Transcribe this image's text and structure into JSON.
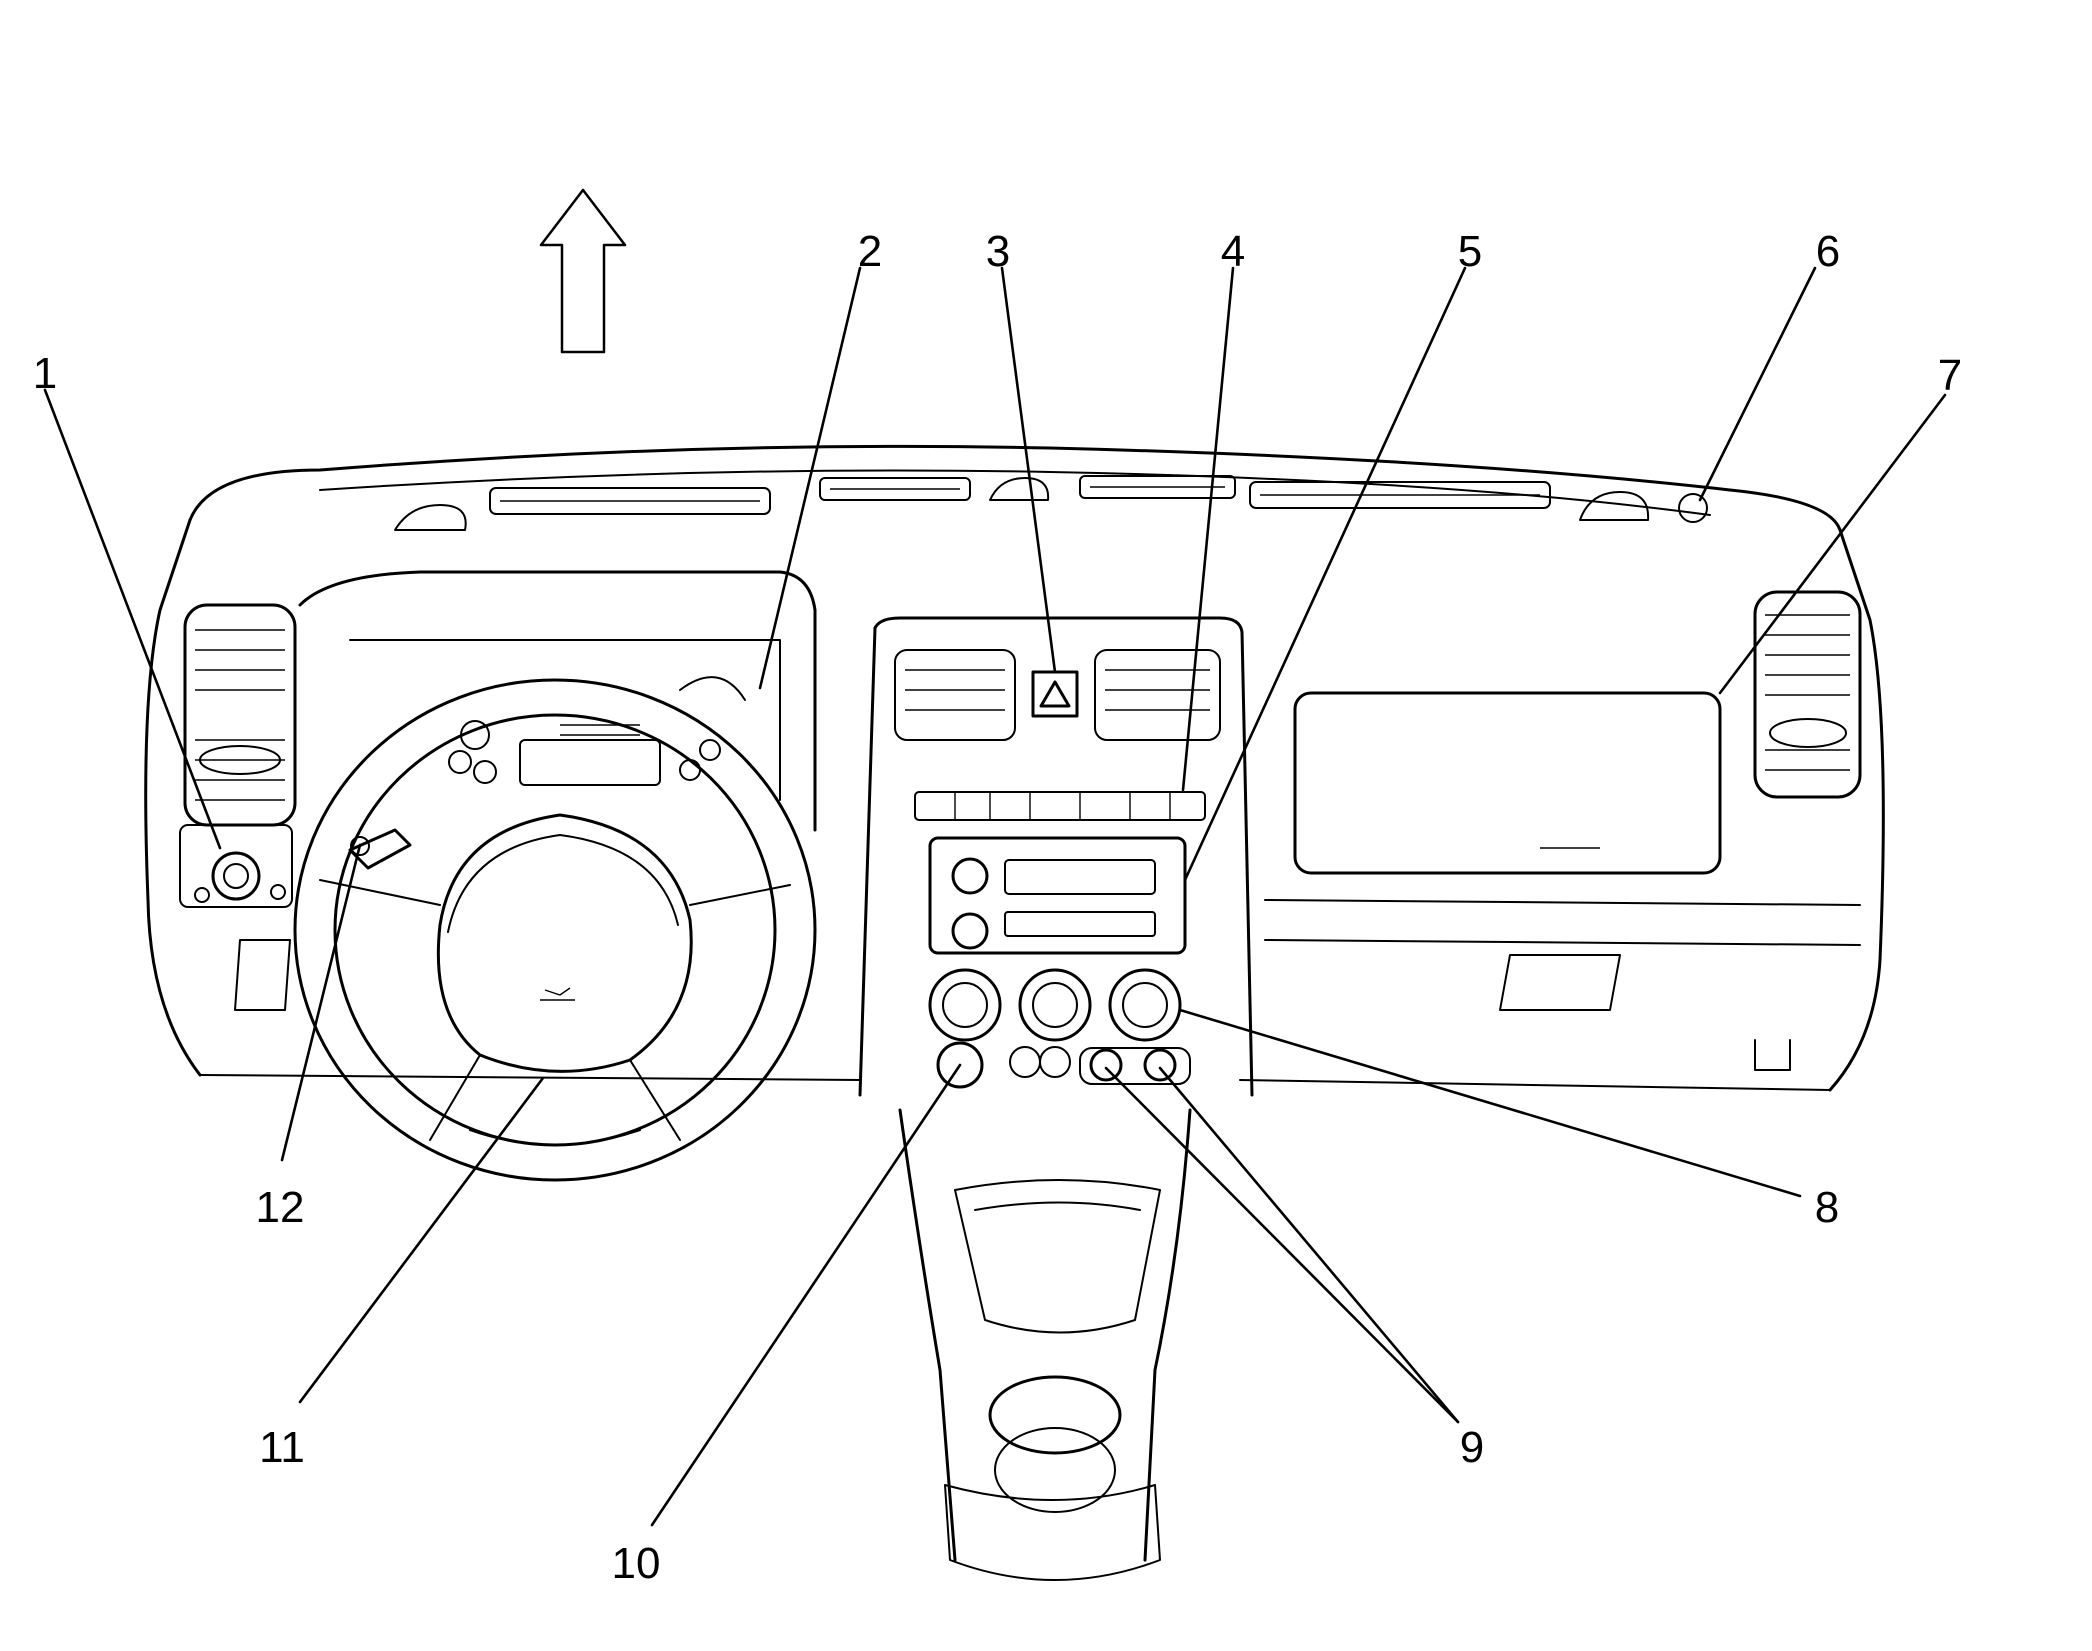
{
  "callouts": [
    {
      "number": "1"
    },
    {
      "number": "2"
    },
    {
      "number": "3"
    },
    {
      "number": "4"
    },
    {
      "number": "5"
    },
    {
      "number": "6"
    },
    {
      "number": "7"
    },
    {
      "number": "8"
    },
    {
      "number": "9"
    },
    {
      "number": "10"
    },
    {
      "number": "11"
    },
    {
      "number": "12"
    }
  ],
  "colors": {
    "line": "#000000",
    "background": "#ffffff"
  }
}
